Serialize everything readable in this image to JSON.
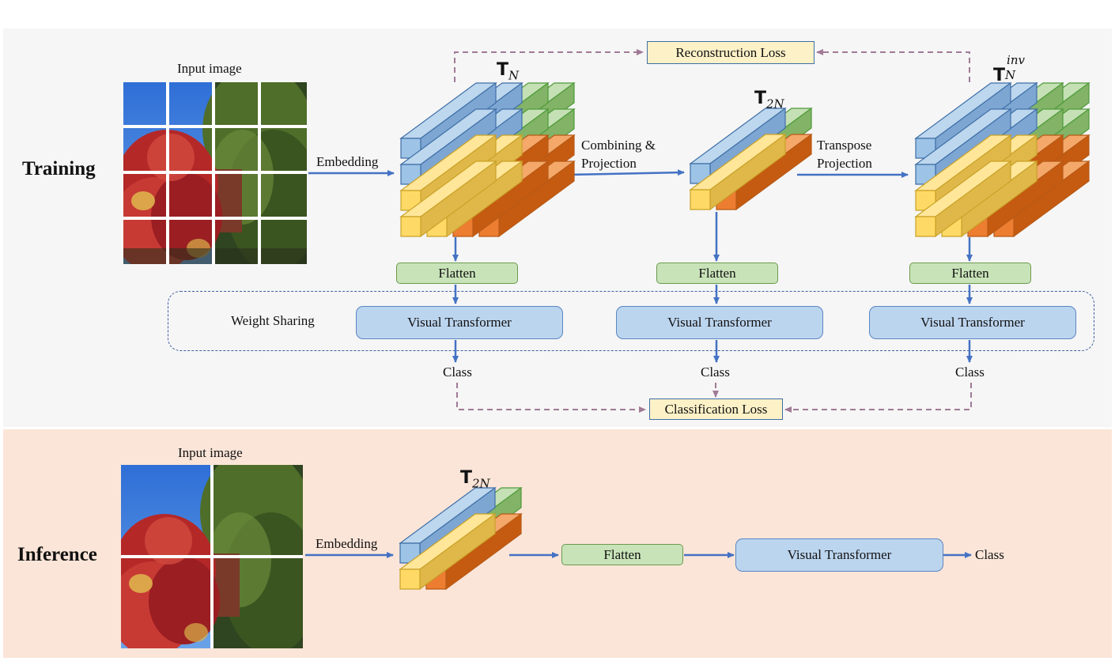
{
  "training": {
    "title": "Training",
    "input_label": "Input image",
    "embedding_label": "Embedding",
    "combining_label_line1": "Combining &",
    "combining_label_line2": "Projection",
    "transpose_label_line1": "Transpose",
    "transpose_label_line2": "Projection",
    "reconstruction_loss": "Reconstruction Loss",
    "classification_loss": "Classification Loss",
    "weight_sharing": "Weight Sharing",
    "flatten_label": "Flatten",
    "transformer_label": "Visual Transformer",
    "class_label": "Class",
    "token_tn": {
      "base": "T",
      "sub": "N"
    },
    "token_t2n": {
      "base": "T",
      "sub": "2N"
    },
    "token_tinv": {
      "base": "T",
      "sub": "N",
      "sup": "inv"
    }
  },
  "inference": {
    "title": "Inference",
    "input_label": "Input image",
    "embedding_label": "Embedding",
    "flatten_label": "Flatten",
    "transformer_label": "Visual Transformer",
    "class_label": "Class",
    "token_t2n": {
      "base": "T",
      "sub": "2N"
    }
  },
  "colors": {
    "training_bg": "#f6f6f6",
    "inference_bg": "#fbe5d8",
    "arrow_blue": "#4472c4",
    "loss_dashed": "#a07a96",
    "flatten_fill": "#c9e3b9",
    "transformer_fill": "#bcd5ef",
    "loss_fill": "#fdf1c7",
    "cube_blue": "#9dc3e6",
    "cube_green": "#a9d18e",
    "cube_yellow": "#ffd966",
    "cube_orange": "#ed7d31"
  }
}
